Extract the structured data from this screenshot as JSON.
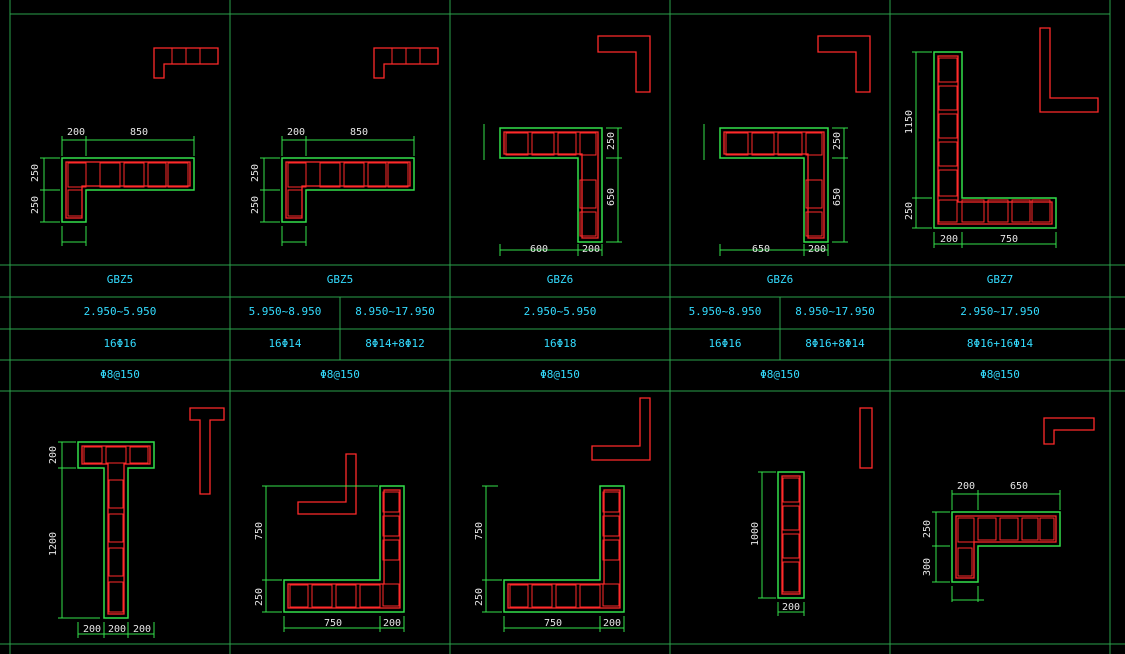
{
  "top_row": {
    "cells": [
      {
        "name": "GBZ5",
        "elev": "2.950~5.950",
        "bars": "16Φ16",
        "stirrup": "Φ8@150"
      },
      {
        "name": "GBZ5",
        "elev": "5.950~8.950",
        "bars": "16Φ14",
        "stirrup": "Φ8@150"
      },
      {
        "name": "GBZ5",
        "elev": "8.950~17.950",
        "bars": "8Φ14+8Φ12",
        "stirrup": ""
      },
      {
        "name": "GBZ6",
        "elev": "2.950~5.950",
        "bars": "16Φ18",
        "stirrup": "Φ8@150"
      },
      {
        "name": "GBZ6",
        "elev": "5.950~8.950",
        "bars": "16Φ16",
        "stirrup": "Φ8@150"
      },
      {
        "name": "GBZ6",
        "elev": "8.950~17.950",
        "bars": "8Φ16+8Φ14",
        "stirrup": ""
      },
      {
        "name": "GBZ7",
        "elev": "2.950~17.950",
        "bars": "8Φ16+16Φ14",
        "stirrup": "Φ8@150"
      }
    ]
  },
  "row_labels": {
    "names": [
      "GBZ5",
      "GBZ5",
      "GBZ6",
      "GBZ6",
      "GBZ7"
    ],
    "elevations": [
      "2.950~5.950",
      "5.950~8.950",
      "8.950~17.950",
      "2.950~5.950",
      "5.950~8.950",
      "8.950~17.950",
      "2.950~17.950"
    ],
    "bars": [
      "16Φ16",
      "16Φ14",
      "8Φ14+8Φ12",
      "16Φ18",
      "16Φ16",
      "8Φ16+8Φ14",
      "8Φ16+16Φ14"
    ],
    "stirrups": [
      "Φ8@150",
      "Φ8@150",
      "Φ8@150",
      "Φ8@150",
      "Φ8@150"
    ]
  },
  "dims": {
    "s1": {
      "a": "200",
      "b": "850",
      "c": "250",
      "d": "250"
    },
    "s2": {
      "a": "200",
      "b": "850",
      "c": "250",
      "d": "250"
    },
    "s3": {
      "a": "250",
      "b": "650",
      "c": "600",
      "d": "200"
    },
    "s4": {
      "a": "250",
      "b": "650",
      "c": "650",
      "d": "200"
    },
    "s5": {
      "a": "1150",
      "b": "250",
      "c": "200",
      "d": "750"
    },
    "b1": {
      "a": "200",
      "b": "1200",
      "c": "200",
      "d": "200",
      "e": "200"
    },
    "b2": {
      "a": "750",
      "b": "250",
      "c": "750",
      "d": "200"
    },
    "b3": {
      "a": "750",
      "b": "250",
      "c": "750",
      "d": "200"
    },
    "b4": {
      "a": "1000",
      "b": "200"
    },
    "b5": {
      "a": "200",
      "b": "650",
      "c": "250",
      "d": "300"
    }
  },
  "colors": {
    "grid": "#2aa14a",
    "text": "#33dcff",
    "outline": "#33e04a",
    "rebar": "#ff2a2a",
    "dim": "#e6e6e6"
  }
}
